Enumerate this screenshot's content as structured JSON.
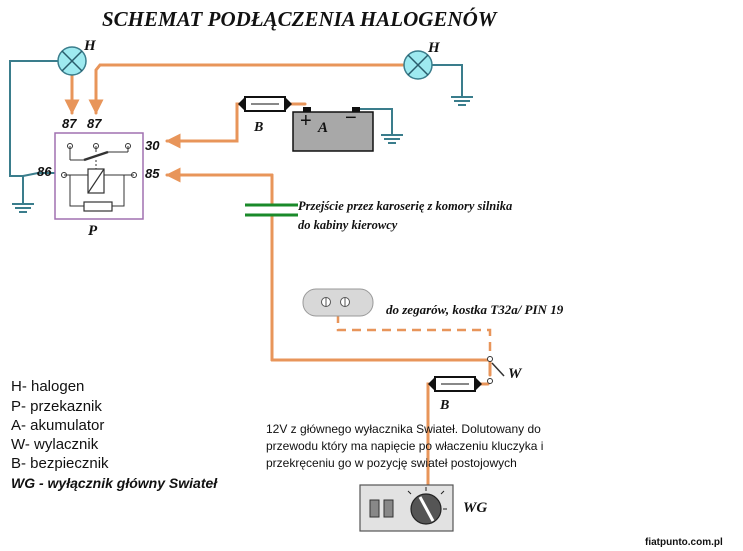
{
  "title": "SCHEMAT PODŁĄCZENIA HALOGENÓW",
  "colors": {
    "wire": "#e8955a",
    "ground": "#3a7d8c",
    "relay_border": "#a070b0",
    "lamp_fill": "#9eeaf0",
    "battery_fill": "#a8a8a8",
    "connector_green": "#1a8a2a",
    "text": "#111111"
  },
  "labels": {
    "halogen_left": "H",
    "halogen_right": "H",
    "pin_87a": "87",
    "pin_87b": "87",
    "pin_30": "30",
    "pin_86": "86",
    "pin_85": "85",
    "relay": "P",
    "fuse_top": "B",
    "battery": "A",
    "battery_plus": "+",
    "battery_minus": "−",
    "switch": "W",
    "fuse_bottom": "B",
    "main_switch": "WG",
    "bodywork_note_1": "Przejście przez karoserię z komory silnika",
    "bodywork_note_2": "do kabiny kierowcy",
    "dashboard_note": "do zegarów, kostka T32a/ PIN 19",
    "source_note_1": "12V z głównego wyłacznika Swiateł. Dolutowany do",
    "source_note_2": "przewodu który ma napięcie po właczeniu kluczyka i",
    "source_note_3": "przekręceniu go w pozycję swiateł postojowych",
    "watermark": "fiatpunto.com.pl"
  },
  "legend": [
    "H- halogen",
    "P- przekaznik",
    "A- akumulator",
    "W- wylacznik",
    "B- bezpiecznik",
    "WG - wyłącznik główny Swiateł"
  ]
}
